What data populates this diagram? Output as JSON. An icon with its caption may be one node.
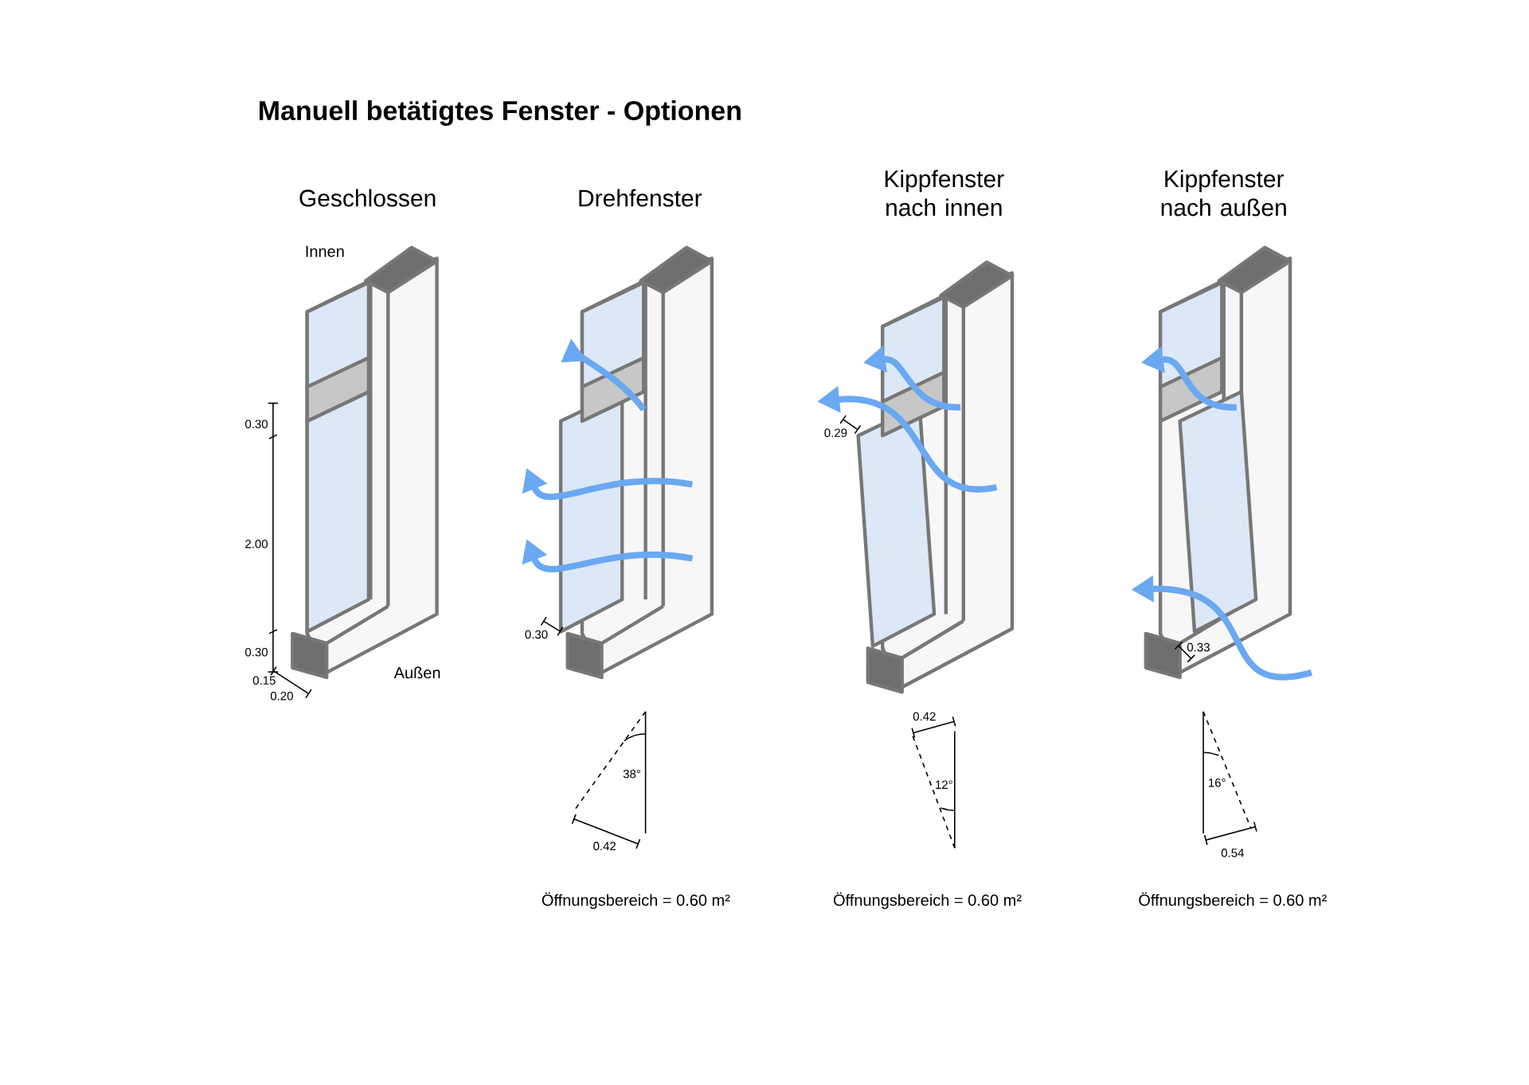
{
  "diagram": {
    "title": "Manuell betätigtes Fenster - Optionen",
    "labels": [
      "Geschlossen",
      "Drehfenster",
      "Kippfenster nach innen",
      "Kippfenster nach außen",
      "Innen",
      "0.30",
      "2.00",
      "0.30",
      "0.15",
      "0.20",
      "Außen",
      "0.30",
      "0.29",
      "0.33",
      "0.42",
      "38°",
      "0.42",
      "12°",
      "16°",
      "0.54",
      "Öffnungsbereich = 0.60 m²",
      "Öffnungsbereich = 0.60 m²",
      "Öffnungsbereich = 0.60 m²"
    ]
  }
}
